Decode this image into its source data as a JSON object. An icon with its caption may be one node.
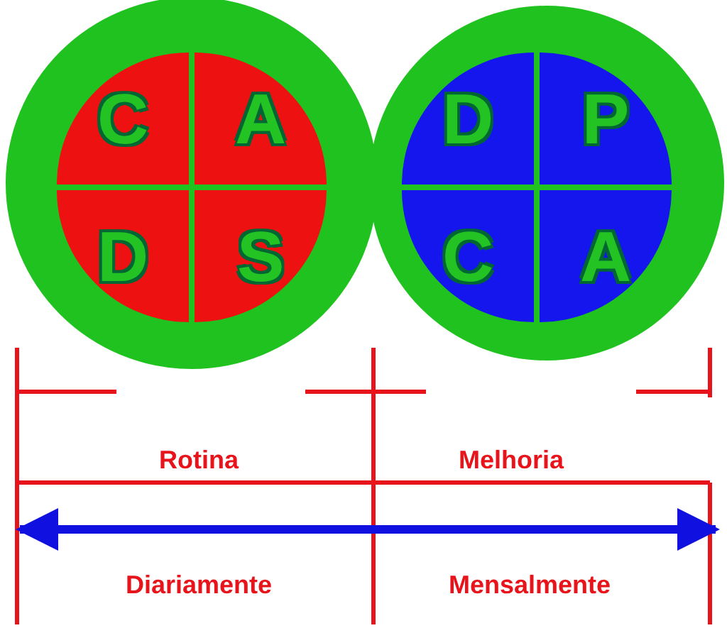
{
  "diagram": {
    "nodes": [
      {
        "text": [],
        "shape": "circle"
      },
      {
        "text": [],
        "shape": "circle",
        "in": 0
      },
      {
        "text": [
          "C"
        ],
        "in": 1
      },
      {
        "text": [
          "A"
        ],
        "in": 1
      },
      {
        "text": [
          "D"
        ],
        "in": 1
      },
      {
        "text": [
          "S"
        ],
        "in": 1
      },
      {
        "text": [],
        "shape": "circle"
      },
      {
        "text": [],
        "shape": "circle",
        "in": 6
      },
      {
        "text": [
          "D"
        ],
        "in": 7
      },
      {
        "text": [
          "P"
        ],
        "in": 7
      },
      {
        "text": [
          "C"
        ],
        "in": 7
      },
      {
        "text": [
          "A"
        ],
        "in": 7
      }
    ],
    "edges": [],
    "labels": [
      "Rotina",
      "Melhoria",
      "Diariamente",
      "Mensalmente"
    ]
  }
}
